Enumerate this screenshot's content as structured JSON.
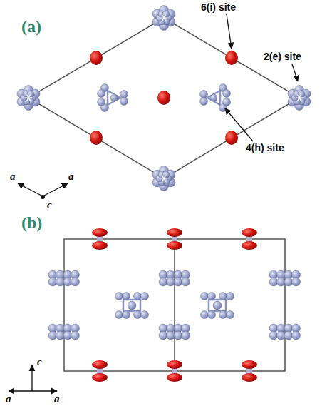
{
  "diagram": {
    "labels": [
      "(a)",
      "6(i) site",
      "2(e) site",
      "4(h) site",
      "a",
      "c",
      "a",
      "(b)",
      "c",
      "a",
      "a"
    ]
  }
}
